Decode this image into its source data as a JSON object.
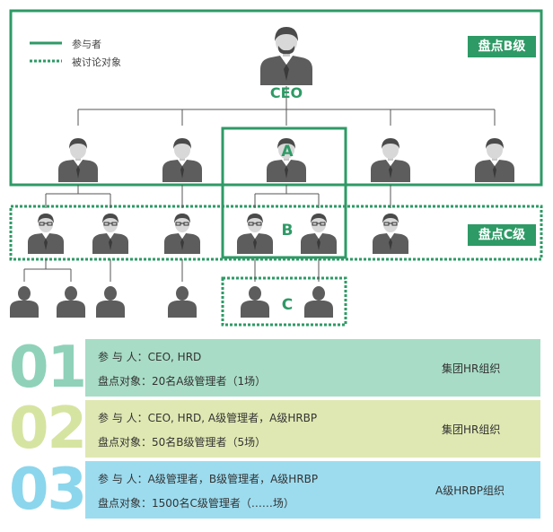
{
  "legend": {
    "solid_label": "参与者",
    "dotted_label": "被讨论对象"
  },
  "tags": {
    "b_level": "盘点B级",
    "c_level": "盘点C级"
  },
  "labels": {
    "ceo": "CEO",
    "a": "A",
    "b": "B",
    "c": "C"
  },
  "rows": [
    {
      "number": "01",
      "participants_key": "参 与 人：",
      "participants": "CEO, HRD",
      "targets_key": "盘点对象：",
      "targets": "20名A级管理者（1场）",
      "org": "集团HR组织",
      "color": "#8fd2b9",
      "panel_color": "#a8dcc6"
    },
    {
      "number": "02",
      "participants_key": "参 与 人：",
      "participants": "CEO, HRD, A级管理者，A级HRBP",
      "targets_key": "盘点对象：",
      "targets": "50名B级管理者（5场）",
      "org": "集团HR组织",
      "color": "#d6e4a1",
      "panel_color": "#dfe8b2"
    },
    {
      "number": "03",
      "participants_key": "参 与 人：",
      "participants": "A级管理者，B级管理者，A级HRBP",
      "targets_key": "盘点对象：",
      "targets": "1500名C级管理者（……场）",
      "org": "A级HRBP组织",
      "color": "#8bd6ec",
      "panel_color": "#9ddcef"
    }
  ],
  "colors": {
    "accent": "#2e9a66",
    "person": "#5d5d5d",
    "line": "#555555"
  }
}
